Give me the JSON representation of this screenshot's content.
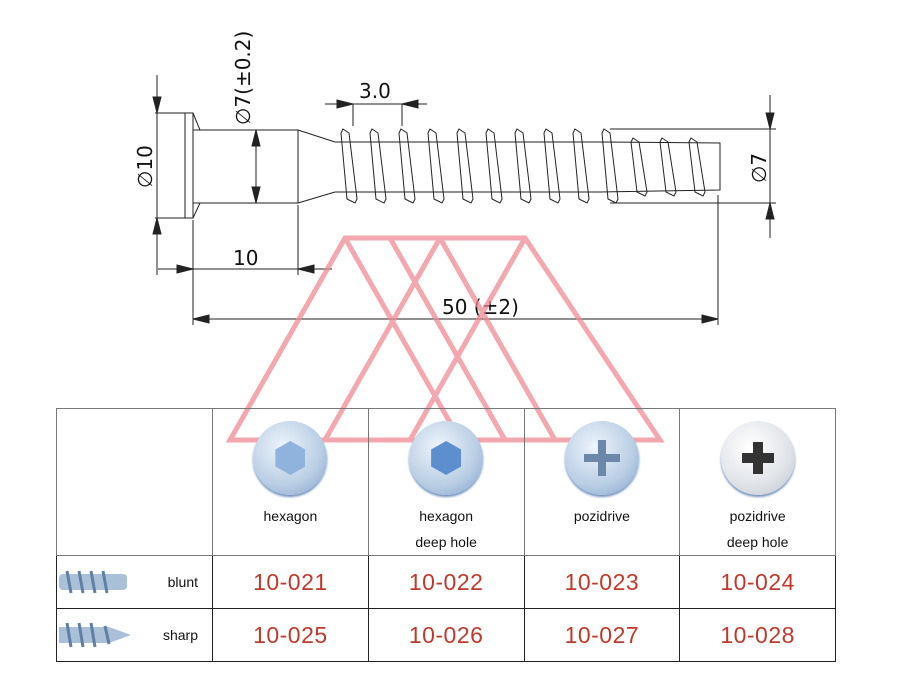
{
  "drawing": {
    "dims": {
      "head_diameter": "∅10",
      "shank_diameter": "∅7(±0.2)",
      "thread_pitch": "3.0",
      "thread_diameter": "∅7",
      "shank_length": "10",
      "total_length": "50 (±2)"
    }
  },
  "table": {
    "columns": [
      {
        "label": "hexagon",
        "sub": "",
        "icon": "hexagon-socket-head-icon"
      },
      {
        "label": "hexagon",
        "sub": "deep hole",
        "icon": "hexagon-deep-socket-head-icon"
      },
      {
        "label": "pozidrive",
        "sub": "",
        "icon": "pozidrive-head-icon"
      },
      {
        "label": "pozidrive",
        "sub": "deep hole",
        "icon": "pozidrive-deep-head-icon"
      }
    ],
    "rows": [
      {
        "label": "blunt",
        "codes": [
          "10-021",
          "10-022",
          "10-023",
          "10-024"
        ]
      },
      {
        "label": "sharp",
        "codes": [
          "10-025",
          "10-026",
          "10-027",
          "10-028"
        ]
      }
    ]
  },
  "colors": {
    "code": "#c0392b",
    "watermark": "#f08a94"
  }
}
